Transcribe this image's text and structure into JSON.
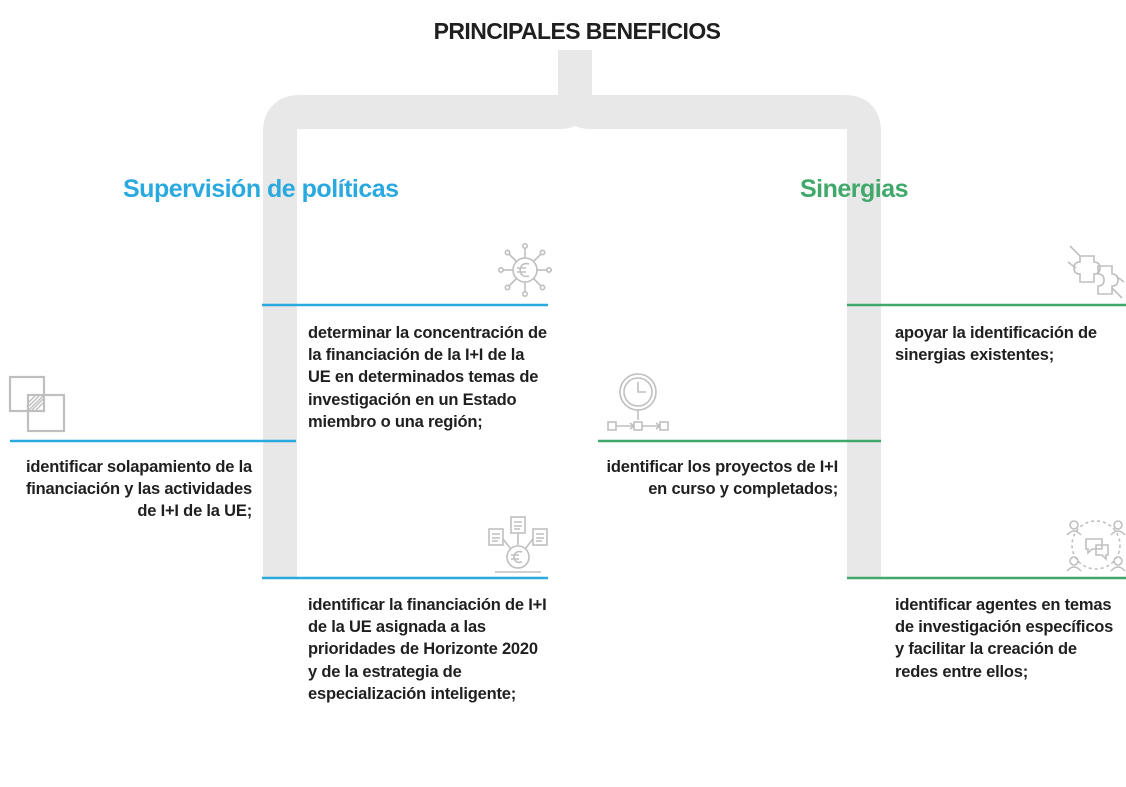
{
  "title": "PRINCIPALES BENEFICIOS",
  "colors": {
    "blue": "#2aa9df",
    "green": "#3fa86a",
    "connector": "#e8e8e8",
    "icon": "#bfbfbf",
    "text": "#1f1f1f"
  },
  "left_column": {
    "heading": "Supervisión de políticas",
    "items": [
      {
        "text": "identificar solapamiento de la financiación y las actividades de I+I de la UE;",
        "icon": "overlapping-squares-icon"
      },
      {
        "text": "determinar la concentración de la financiación de la I+I de la UE en determinados temas de investigación en un Estado miembro o una región;",
        "icon": "euro-network-icon"
      },
      {
        "text": "identificar la financiación de I+I de la UE asignada a las prioridades de Horizonte 2020 y de la estrategia de especialización inteligente;",
        "icon": "euro-documents-icon"
      }
    ]
  },
  "right_column": {
    "heading": "Sinergias",
    "items": [
      {
        "text": "identificar los proyectos de I+I en curso y completados;",
        "icon": "clock-timeline-icon"
      },
      {
        "text": "apoyar la identificación de sinergias existentes;",
        "icon": "puzzle-hands-icon"
      },
      {
        "text": "identificar agentes en temas de investigación específicos y facilitar la creación de redes entre ellos;",
        "icon": "people-network-icon"
      }
    ]
  }
}
